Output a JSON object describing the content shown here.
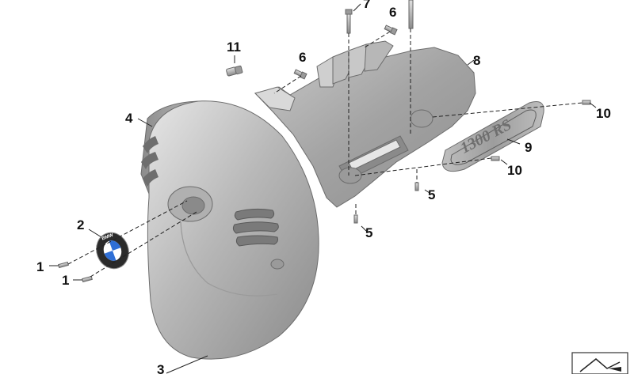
{
  "callouts": {
    "c1a": "1",
    "c1b": "1",
    "c2": "2",
    "c3": "3",
    "c4": "4",
    "c5a": "5",
    "c5b": "5",
    "c6a": "6",
    "c6b": "6",
    "c7": "7",
    "c8": "8",
    "c9": "9",
    "c10a": "10",
    "c10b": "10",
    "c11": "11"
  },
  "emblem": {
    "letters": "BMW",
    "colors": {
      "blue": "#2f6fd6",
      "white": "#ffffff",
      "ring": "#2b2b2b"
    }
  },
  "badge_text": "1300 RS",
  "colors": {
    "part_light": "#d4d4d4",
    "part_mid": "#a9a9a9",
    "part_dark": "#7d7d7d",
    "line": "#222222"
  },
  "icons": [
    "bmw-emblem-icon",
    "catalog-reference-icon"
  ]
}
